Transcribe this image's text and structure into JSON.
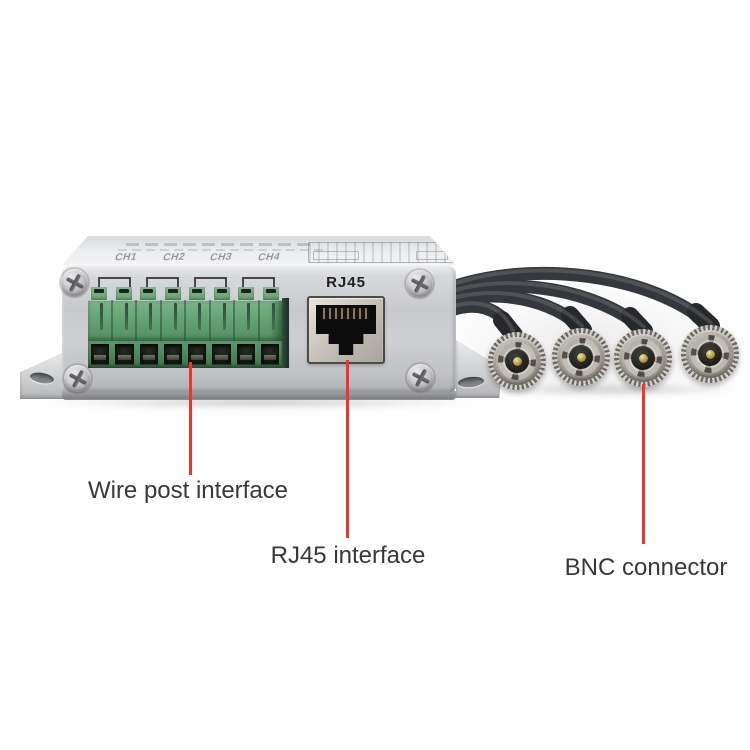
{
  "device": {
    "rj45_port_label": "RJ45",
    "channel_labels": [
      "CH1",
      "CH2",
      "CH3",
      "CH4"
    ],
    "wire_terminal_count": 8,
    "bnc_connector_count": 4
  },
  "annotations": {
    "line_color": "#ee342c",
    "text_color": "#383838",
    "items": [
      {
        "label": "Wire post interface"
      },
      {
        "label": "RJ45 interface"
      },
      {
        "label": "BNC connector"
      }
    ]
  },
  "colors": {
    "background": "#ffffff",
    "device_metal": "#c9cacd",
    "terminal_green": "#64a372",
    "cable": "#34373b",
    "bnc_metal": "#b7b3ab",
    "center_pin_gold": "#c0a052",
    "annotation_red": "#ee342c"
  }
}
